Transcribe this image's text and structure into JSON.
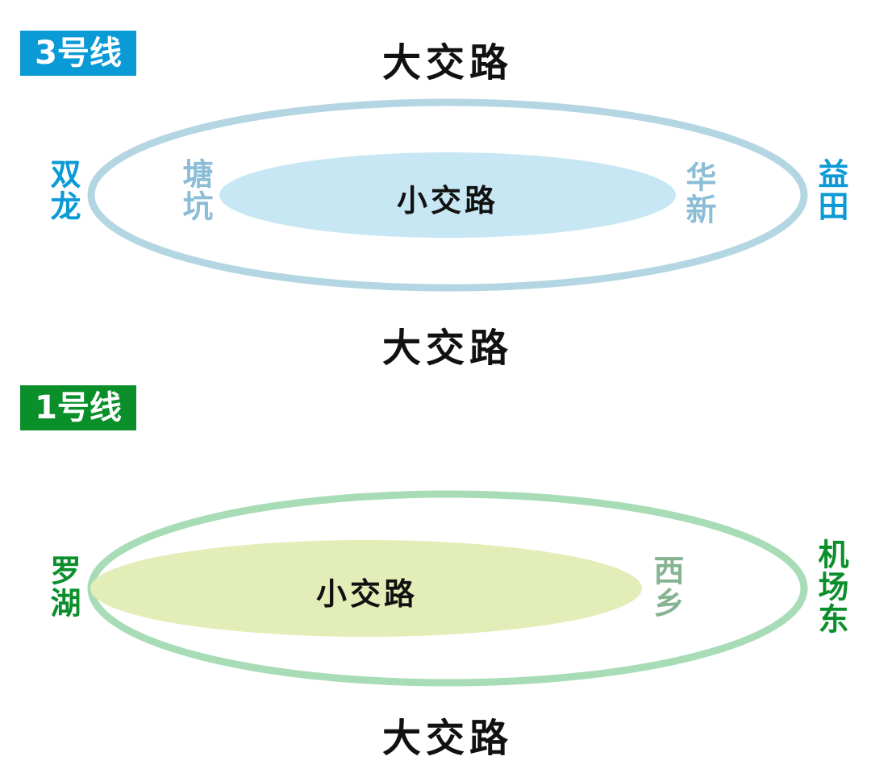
{
  "colors": {
    "line3": "#0a9ad6",
    "line3_outer_ring": "#b4d6e3",
    "line3_inner_fill": "#c8e7f4",
    "line3_inner_station": "#8cbdd6",
    "line1": "#0a8f2a",
    "line1_outer_ring": "#a8dcb6",
    "line1_inner_fill": "#e3edb8",
    "line1_inner_station": "#86b392",
    "text": "#111111"
  },
  "line3": {
    "badge": "3号线",
    "top_route": "大交路",
    "bottom_route": "大交路",
    "inner_route": "小交路",
    "outer_left_station": "双龙",
    "inner_left_station": "塘坑",
    "inner_right_station": "华新",
    "outer_right_station": "益田"
  },
  "line1": {
    "badge": "1号线",
    "bottom_route": "大交路",
    "inner_route": "小交路",
    "outer_left_station": "罗湖",
    "inner_right_station": "西乡",
    "outer_right_station": "机场东"
  }
}
